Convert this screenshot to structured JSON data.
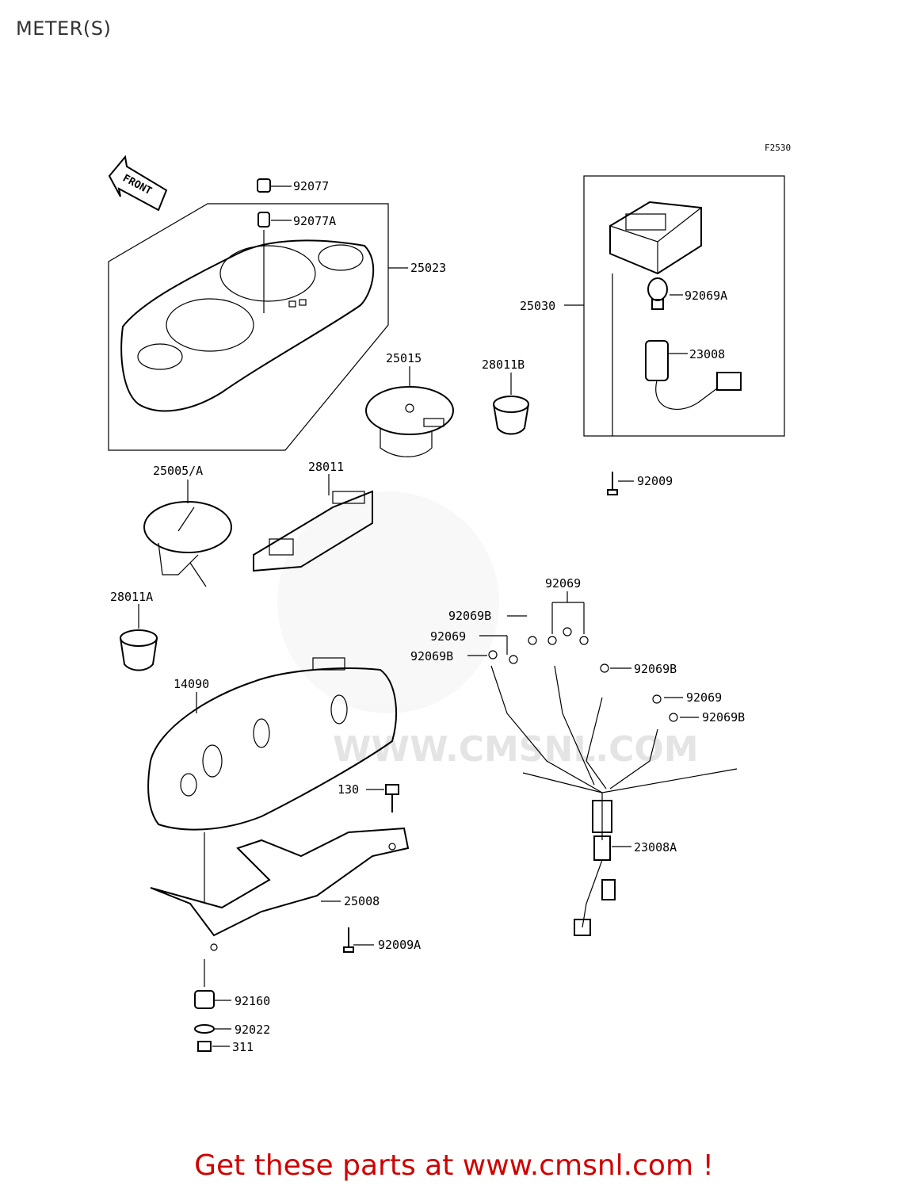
{
  "page": {
    "title": "METER(S)"
  },
  "diagram": {
    "code": "F2530",
    "front_label": "FRONT",
    "watermark": "WWW.CMSNL.COM",
    "parts": [
      {
        "id": "92077",
        "label": "92077"
      },
      {
        "id": "92077A",
        "label": "92077A"
      },
      {
        "id": "25023",
        "label": "25023"
      },
      {
        "id": "25030",
        "label": "25030"
      },
      {
        "id": "92069A",
        "label": "92069A"
      },
      {
        "id": "23008",
        "label": "23008"
      },
      {
        "id": "25015",
        "label": "25015"
      },
      {
        "id": "28011B",
        "label": "28011B"
      },
      {
        "id": "92009",
        "label": "92009"
      },
      {
        "id": "25005A",
        "label": "25005/A"
      },
      {
        "id": "28011",
        "label": "28011"
      },
      {
        "id": "28011A",
        "label": "28011A"
      },
      {
        "id": "92069",
        "label": "92069"
      },
      {
        "id": "92069B",
        "label": "92069B"
      },
      {
        "id": "14090",
        "label": "14090"
      },
      {
        "id": "130",
        "label": "130"
      },
      {
        "id": "23008A",
        "label": "23008A"
      },
      {
        "id": "25008",
        "label": "25008"
      },
      {
        "id": "92009A",
        "label": "92009A"
      },
      {
        "id": "92160",
        "label": "92160"
      },
      {
        "id": "92022",
        "label": "92022"
      },
      {
        "id": "311",
        "label": "311"
      }
    ]
  },
  "footer": {
    "text": "Get these parts at www.cmsnl.com !"
  }
}
